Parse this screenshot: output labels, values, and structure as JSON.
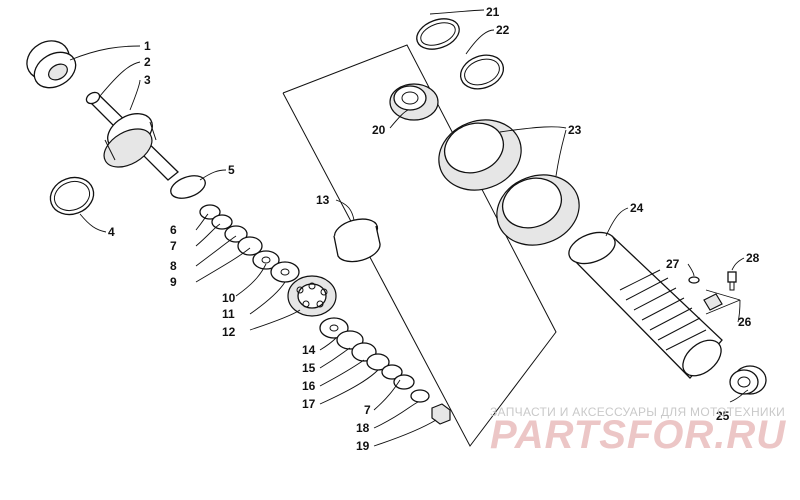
{
  "diagram": {
    "callouts": [
      "1",
      "2",
      "3",
      "4",
      "5",
      "6",
      "7",
      "8",
      "9",
      "10",
      "11",
      "12",
      "13",
      "14",
      "15",
      "16",
      "17",
      "7",
      "18",
      "19",
      "20",
      "21",
      "22",
      "23",
      "24",
      "25",
      "26",
      "27",
      "28"
    ]
  },
  "watermark": {
    "tagline": "ЗАПЧАСТИ И АКСЕССУАРЫ ДЛЯ МОТОТЕХНИКИ",
    "logo": "PARTSFOR.RU"
  }
}
